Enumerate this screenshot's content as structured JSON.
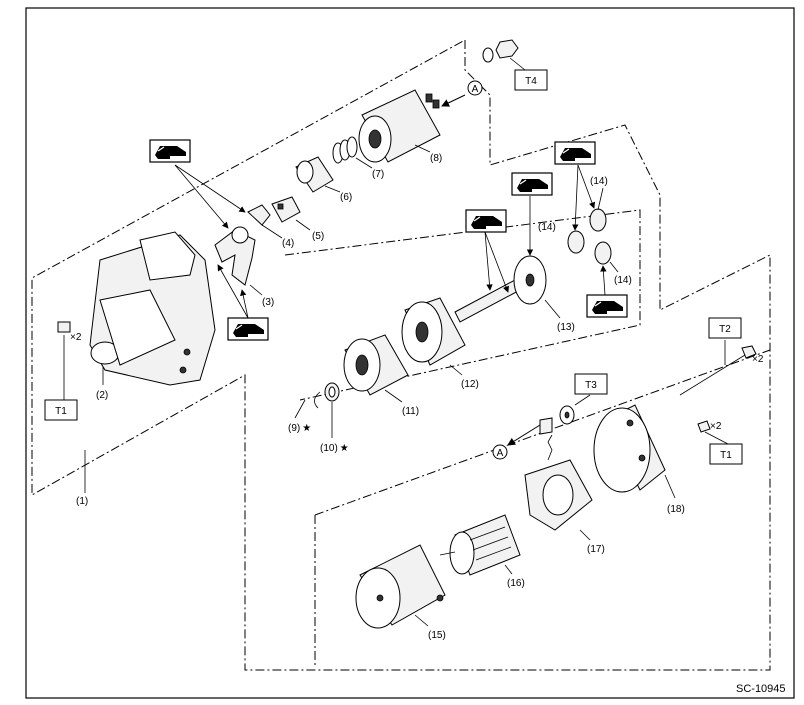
{
  "diagram": {
    "code": "SC-10945",
    "star": "★",
    "callouts": {
      "c1": "(1)",
      "c2": "(2)",
      "c3": "(3)",
      "c4": "(4)",
      "c5": "(5)",
      "c6": "(6)",
      "c7": "(7)",
      "c8": "(8)",
      "c9": "(9)",
      "c10": "(10)",
      "c11": "(11)",
      "c12": "(12)",
      "c13": "(13)",
      "c14a": "(14)",
      "c14b": "(14)",
      "c14c": "(14)",
      "c15": "(15)",
      "c16": "(16)",
      "c17": "(17)",
      "c18": "(18)"
    },
    "torque": {
      "t1a": "T1",
      "t1b": "T1",
      "t2": "T2",
      "t3": "T3",
      "t4": "T4"
    },
    "multipliers": {
      "m1": "×2",
      "m2": "×2",
      "m3": "×2"
    },
    "refs": {
      "a1": "A",
      "a2": "A"
    },
    "grease_icon": "grease-application-icon"
  }
}
